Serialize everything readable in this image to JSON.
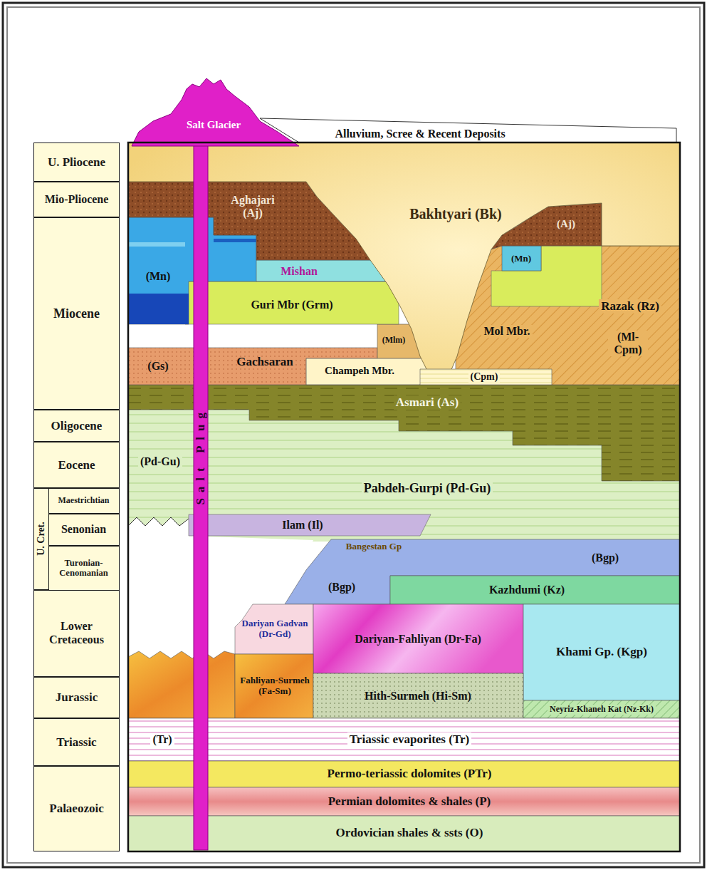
{
  "diagram": {
    "nodes": [
      {
        "text": [
          "U. Pliocene"
        ]
      },
      {
        "text": [
          "Mio-Pliocene"
        ]
      },
      {
        "text": [
          "Miocene"
        ]
      },
      {
        "text": [
          "Oligocene"
        ]
      },
      {
        "text": [
          "Eocene"
        ]
      },
      {
        "text": [
          "U. Cret."
        ]
      },
      {
        "text": [
          "Maestrichtian"
        ],
        "in": 5
      },
      {
        "text": [
          "Senonian"
        ],
        "in": 5
      },
      {
        "text": [
          "Turonian-Cenomanian"
        ],
        "in": 5
      },
      {
        "text": [
          "Lower Cretaceous"
        ]
      },
      {
        "text": [
          "Jurassic"
        ]
      },
      {
        "text": [
          "Triassic"
        ]
      },
      {
        "text": [
          "Palaeozoic"
        ]
      },
      {
        "text": [
          "Salt Glacier"
        ]
      },
      {
        "text": [
          "Alluvium, Scree & Recent Deposits"
        ]
      },
      {
        "text": [
          "Salt Plug"
        ]
      },
      {
        "text": [
          "Bakhtyari (Bk)"
        ]
      },
      {
        "text": [
          "Aghajari (Aj)"
        ]
      },
      {
        "text": [
          "(Aj)"
        ]
      },
      {
        "text": [
          "(Mn)"
        ]
      },
      {
        "text": [
          "Mishan"
        ]
      },
      {
        "text": [
          "(Mn)"
        ]
      },
      {
        "text": [
          "Guri Mbr (Grm)"
        ]
      },
      {
        "text": [
          "Razak (Rz)"
        ]
      },
      {
        "text": [
          "(Gs)"
        ]
      },
      {
        "text": [
          "Gachsaran"
        ]
      },
      {
        "text": [
          "(Mlm)"
        ]
      },
      {
        "text": [
          "Mol Mbr."
        ]
      },
      {
        "text": [
          "(Ml-Cpm)"
        ]
      },
      {
        "text": [
          "Champeh Mbr."
        ]
      },
      {
        "text": [
          "(Cpm)"
        ]
      },
      {
        "text": [
          "Asmari (As)"
        ]
      },
      {
        "text": [
          "(Pd-Gu)"
        ]
      },
      {
        "text": [
          "Pabdeh-Gurpi (Pd-Gu)"
        ]
      },
      {
        "text": [
          "Ilam (Il)"
        ]
      },
      {
        "text": [
          "(Bgp)"
        ]
      },
      {
        "text": [
          "(Bgp)"
        ]
      },
      {
        "text": [
          "Kazhdumi (Kz)"
        ]
      },
      {
        "text": [
          "Dariyan Gadvan (Dr-Gd)"
        ]
      },
      {
        "text": [
          "Dariyan-Fahliyan (Dr-Fa)"
        ]
      },
      {
        "text": [
          "Khami Gp. (Kgp)"
        ]
      },
      {
        "text": [
          "Fahliyan-Surmeh (Fa-Sm)"
        ]
      },
      {
        "text": [
          "Hith-Surmeh (Hi-Sm)"
        ]
      },
      {
        "text": [
          "Neyriz-Khaneh Kat (Nz-Kk)"
        ]
      },
      {
        "text": [
          "(Tr)"
        ]
      },
      {
        "text": [
          "Triassic evaporites (Tr)"
        ]
      },
      {
        "text": [
          "Permo-teriassic dolomites (PTr)"
        ]
      },
      {
        "text": [
          "Permian dolomites & shales (P)"
        ]
      },
      {
        "text": [
          "Ordovician shales & ssts (O)"
        ]
      }
    ],
    "labels": [
      "Bangestan Gp"
    ]
  }
}
